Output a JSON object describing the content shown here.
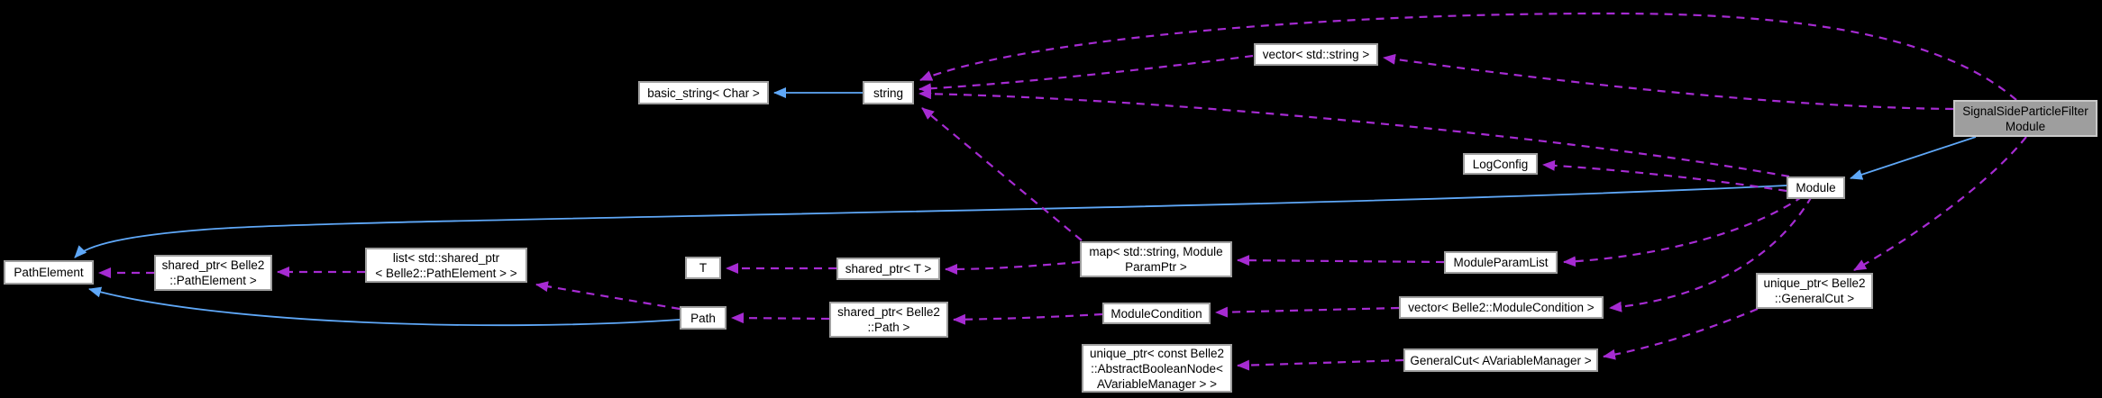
{
  "diagram": {
    "background": "#000000",
    "colors": {
      "usage_edge": "#a62bd2",
      "inheritance_edge": "#5fa8f8",
      "node_background": "#ffffff",
      "node_border": "#9f9f9f",
      "highlight_node_background": "#9e9e9e",
      "text": "#000000"
    },
    "nodes": {
      "vector_string": {
        "label": "vector< std::string >"
      },
      "basic_string": {
        "label": "basic_string< Char >"
      },
      "string": {
        "label": "string"
      },
      "sspf": {
        "label": "SignalSideParticleFilter\nModule"
      },
      "logconfig": {
        "label": "LogConfig"
      },
      "module": {
        "label": "Module"
      },
      "pathelement": {
        "label": "PathElement"
      },
      "sp_pathelement": {
        "label": "shared_ptr< Belle2\n::PathElement >"
      },
      "list_sp": {
        "label": "list< std::shared_ptr\n< Belle2::PathElement > >"
      },
      "t": {
        "label": "T"
      },
      "sp_t": {
        "label": "shared_ptr< T >"
      },
      "map": {
        "label": "map< std::string, Module\nParamPtr >"
      },
      "mpl": {
        "label": "ModuleParamList"
      },
      "path": {
        "label": "Path"
      },
      "sp_path": {
        "label": "shared_ptr< Belle2\n::Path >"
      },
      "mc": {
        "label": "ModuleCondition"
      },
      "vector_mc": {
        "label": "vector< Belle2::ModuleCondition >"
      },
      "up_gc": {
        "label": "unique_ptr< Belle2\n::GeneralCut >"
      },
      "up_abn": {
        "label": "unique_ptr< const Belle2\n::AbstractBooleanNode<\nAVariableManager > >"
      },
      "gc_avm": {
        "label": "GeneralCut< AVariableManager >"
      }
    },
    "edges": [
      {
        "from": "string",
        "to": "basic_string",
        "relation": "inheritance"
      },
      {
        "from": "sspf",
        "to": "module",
        "relation": "inheritance"
      },
      {
        "from": "module",
        "to": "pathelement",
        "relation": "inheritance"
      },
      {
        "from": "path",
        "to": "pathelement",
        "relation": "inheritance"
      },
      {
        "from": "sp_pathelement",
        "to": "pathelement",
        "relation": "usage"
      },
      {
        "from": "list_sp",
        "to": "sp_pathelement",
        "relation": "usage"
      },
      {
        "from": "path",
        "to": "list_sp",
        "relation": "usage"
      },
      {
        "from": "sp_t",
        "to": "t",
        "relation": "usage"
      },
      {
        "from": "map",
        "to": "sp_t",
        "relation": "usage"
      },
      {
        "from": "sp_path",
        "to": "path",
        "relation": "usage"
      },
      {
        "from": "mc",
        "to": "sp_path",
        "relation": "usage"
      },
      {
        "from": "vector_mc",
        "to": "mc",
        "relation": "usage"
      },
      {
        "from": "mpl",
        "to": "map",
        "relation": "usage"
      },
      {
        "from": "gc_avm",
        "to": "up_abn",
        "relation": "usage"
      },
      {
        "from": "up_gc",
        "to": "gc_avm",
        "relation": "usage"
      },
      {
        "from": "module",
        "to": "logconfig",
        "relation": "usage"
      },
      {
        "from": "module",
        "to": "string",
        "relation": "usage"
      },
      {
        "from": "map",
        "to": "string",
        "relation": "usage"
      },
      {
        "from": "vector_string",
        "to": "string",
        "relation": "usage"
      },
      {
        "from": "sspf",
        "to": "vector_string",
        "relation": "usage"
      },
      {
        "from": "sspf",
        "to": "string",
        "relation": "usage"
      },
      {
        "from": "sspf",
        "to": "up_gc",
        "relation": "usage"
      },
      {
        "from": "module",
        "to": "mpl",
        "relation": "usage"
      },
      {
        "from": "module",
        "to": "vector_mc",
        "relation": "usage"
      }
    ]
  }
}
